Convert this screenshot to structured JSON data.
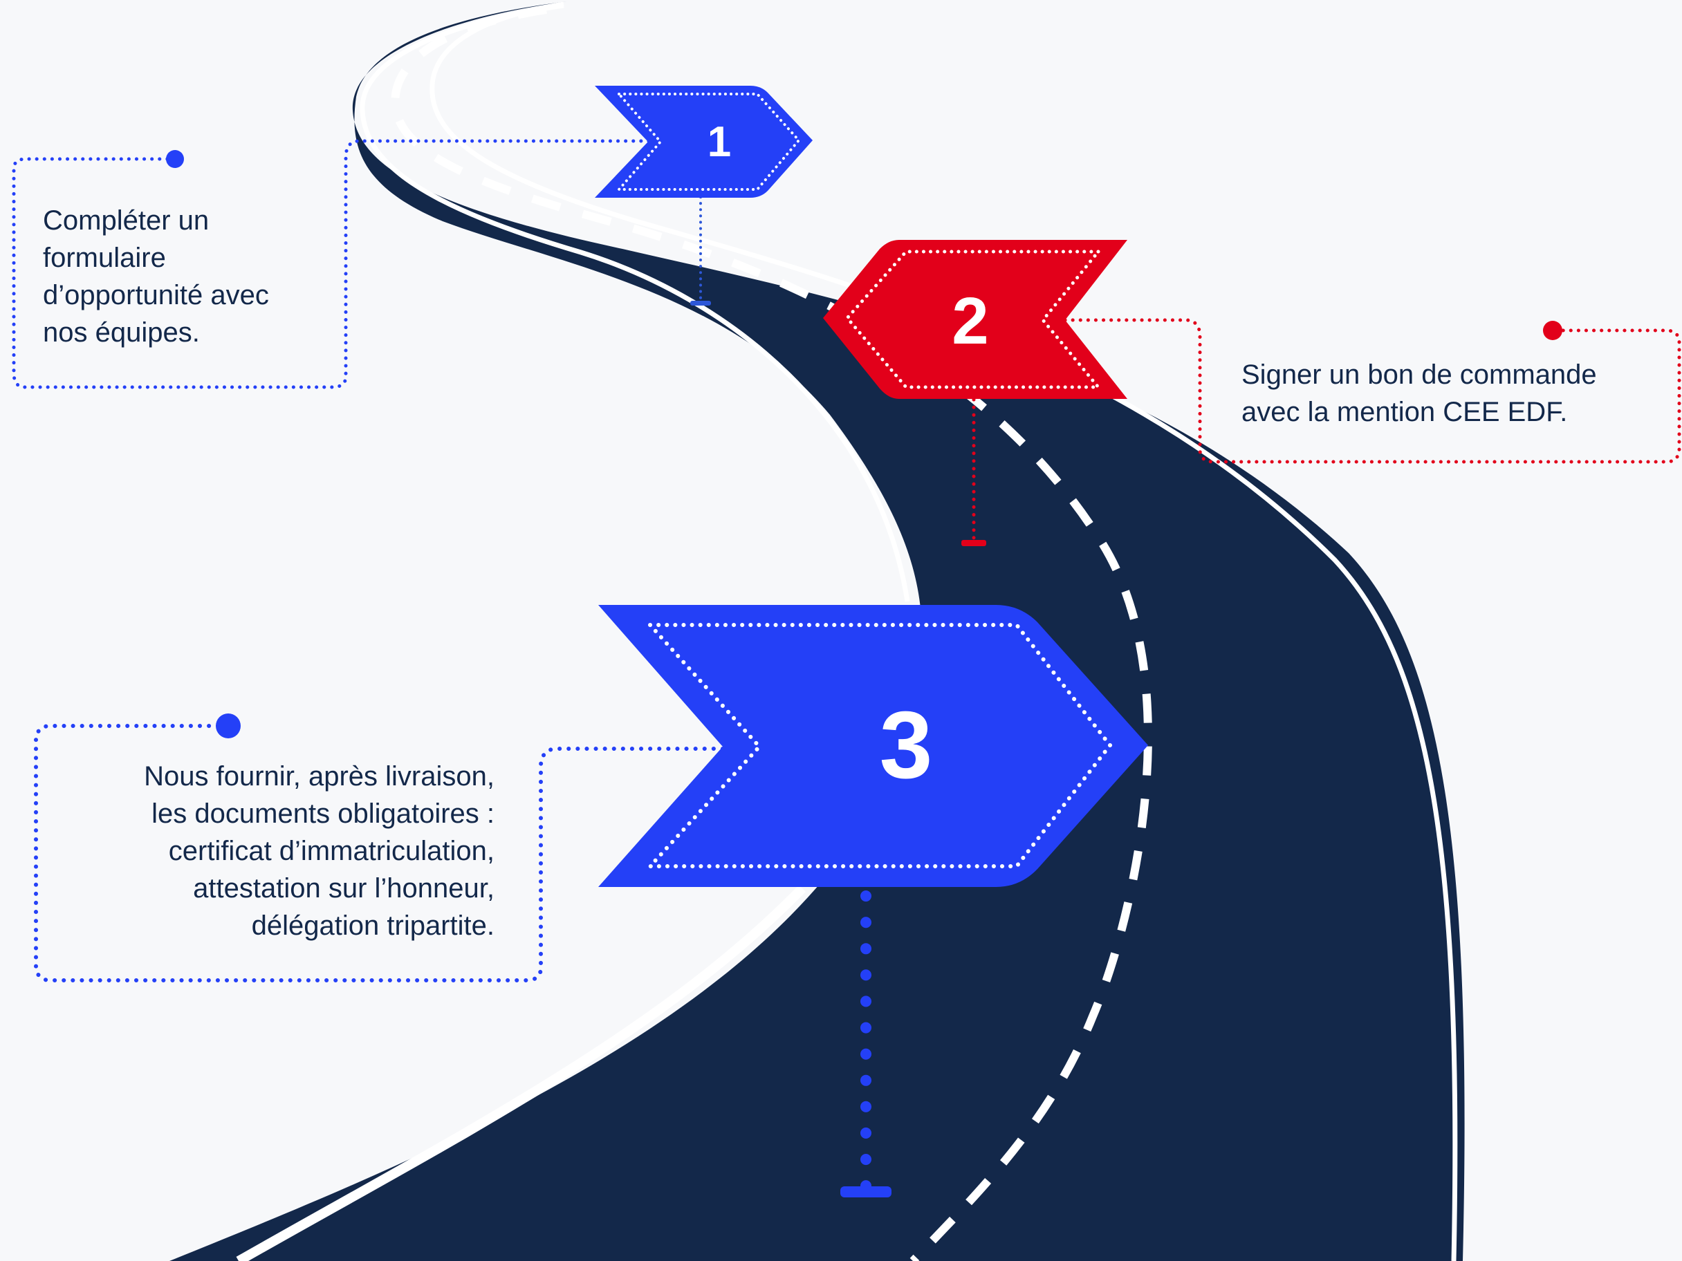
{
  "steps": [
    {
      "number": "1",
      "text": "Compléter un\nformulaire\nd’opportunité avec\nnos équipes."
    },
    {
      "number": "2",
      "text": "Signer un bon de commande\navec la mention CEE EDF."
    },
    {
      "number": "3",
      "text": "Nous fournir, après livraison,\nles documents obligatoires :\ncertificat d’immatriculation,\nattestation sur l’honneur,\ndélégation tripartite."
    }
  ],
  "colors": {
    "road": "#13284a",
    "blue": "#2440f7",
    "red": "#e2001a",
    "text": "#13284a",
    "background": "#f7f8fa"
  }
}
